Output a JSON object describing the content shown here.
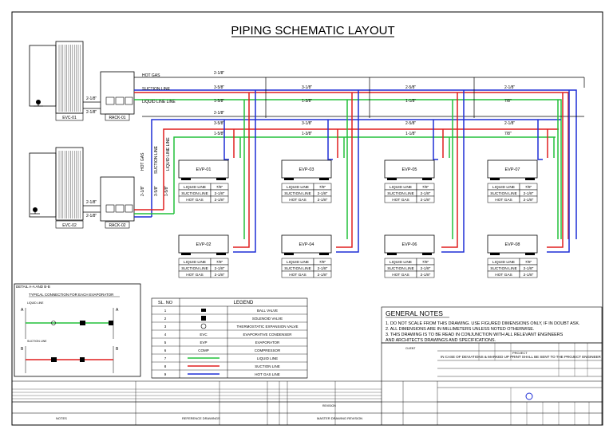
{
  "title": "PIPING SCHEMATIC LAYOUT",
  "colors": {
    "hot_gas": "#1f2fd6",
    "suction": "#e01e1e",
    "liquid": "#22c03a",
    "line": "#000000"
  },
  "units": {
    "evc1": "EVC-01",
    "evc2": "EVC-02",
    "rack1": "RACK-01",
    "rack2": "RACK-02",
    "comp": "COMP"
  },
  "header_labels": {
    "hot_gas": "HOT GAS",
    "suction": "SUCTION LINE",
    "liquid": "LIQUID LINE LINE"
  },
  "vertical_labels": {
    "hot_gas": "HOT GAS",
    "suction": "SUCTION LINE",
    "liquid": "LIQUID LINE LINE"
  },
  "rack_pipe_sizes": {
    "top1": "2-1/8\"",
    "bot1": "2-1/8\"",
    "top2": "2-1/8\"",
    "bot2": "2-1/8\""
  },
  "riser_sizes": [
    "2-1/8\"",
    "3-5/8\"",
    "1-5/8\""
  ],
  "row1_sizes": {
    "hot": "2-1/8\"",
    "suction": [
      "3-5/8\"",
      "3-1/8\"",
      "2-5/8\"",
      "2-1/8\""
    ],
    "liquid": [
      "1-5/8\"",
      "1-3/8\"",
      "1-1/8\"",
      "7/8\""
    ]
  },
  "row2_sizes": {
    "hot": "2-1/8\"",
    "suction": [
      "3-5/8\"",
      "3-1/8\"",
      "2-5/8\"",
      "2-1/8\""
    ],
    "liquid": [
      "1-5/8\"",
      "1-3/8\"",
      "1-1/8\"",
      "7/8\""
    ]
  },
  "evaporators": [
    {
      "name": "EVP-01",
      "rows": [
        [
          "LIQUID LINE",
          "7/8\""
        ],
        [
          "SUCTION LINE",
          "2-1/8\""
        ],
        [
          "HOT GAS",
          "2-1/8\""
        ]
      ]
    },
    {
      "name": "EVP-03",
      "rows": [
        [
          "LIQUID LINE",
          "7/8\""
        ],
        [
          "SUCTION LINE",
          "2-1/8\""
        ],
        [
          "HOT GAS",
          "2-1/8\""
        ]
      ]
    },
    {
      "name": "EVP-05",
      "rows": [
        [
          "LIQUID LINE",
          "7/8\""
        ],
        [
          "SUCTION LINE",
          "2-1/8\""
        ],
        [
          "HOT GAS",
          "2-1/8\""
        ]
      ]
    },
    {
      "name": "EVP-07",
      "rows": [
        [
          "LIQUID LINE",
          "7/8\""
        ],
        [
          "SUCTION LINE",
          "2-1/8\""
        ],
        [
          "HOT GAS",
          "2-1/8\""
        ]
      ]
    },
    {
      "name": "EVP-02",
      "rows": [
        [
          "LIQUID LINE",
          "7/8\""
        ],
        [
          "SUCTION LINE",
          "2-1/8\""
        ],
        [
          "HOT GAS",
          "2-1/8\""
        ]
      ]
    },
    {
      "name": "EVP-04",
      "rows": [
        [
          "LIQUID LINE",
          "7/8\""
        ],
        [
          "SUCTION LINE",
          "2-1/8\""
        ],
        [
          "HOT GAS",
          "2-1/8\""
        ]
      ]
    },
    {
      "name": "EVP-06",
      "rows": [
        [
          "LIQUID LINE",
          "7/8\""
        ],
        [
          "SUCTION LINE",
          "2-1/8\""
        ],
        [
          "HOT GAS",
          "2-1/8\""
        ]
      ]
    },
    {
      "name": "EVP-08",
      "rows": [
        [
          "LIQUID LINE",
          "7/8\""
        ],
        [
          "SUCTION LINE",
          "2-1/8\""
        ],
        [
          "HOT GAS",
          "2-1/8\""
        ]
      ]
    }
  ],
  "detail": {
    "title": "DETAIL A-A AND B-B",
    "subtitle": "TYPICAL CONNECTION FOR EACH EVAPORATOR",
    "liquid_label": "LIQUID LINE",
    "suction_label": "SUCTION LINE",
    "a": "A",
    "b": "B"
  },
  "legend": {
    "col_no": "SL. NO",
    "col_legend": "LEGEND",
    "rows": [
      {
        "no": "1",
        "sym": "",
        "text": "BALL VALVE"
      },
      {
        "no": "2",
        "sym": "",
        "text": "SOLENOID VALVE"
      },
      {
        "no": "3",
        "sym": "",
        "text": "THERMOSTATIC EXPANSION VALVE"
      },
      {
        "no": "4",
        "sym": "EVC",
        "text": "EVAPORATIVE CONDENSER"
      },
      {
        "no": "5",
        "sym": "EVP",
        "text": "EVAPORATOR"
      },
      {
        "no": "6",
        "sym": "COMP",
        "text": "COMPRESSOR"
      },
      {
        "no": "7",
        "sym": "",
        "text": "LIQUID LINE"
      },
      {
        "no": "8",
        "sym": "",
        "text": "SUCTION LINE"
      },
      {
        "no": "9",
        "sym": "",
        "text": "HOT GAS LINE"
      }
    ]
  },
  "notes": {
    "heading": "GENERAL NOTES",
    "items": [
      "1. DO NOT SCALE FROM THIS DRAWING. USE FIGURED DIMENSIONS ONLY, IF IN DOUBT ASK.",
      "2. ALL DIMENSIONS ARE IN MILLIMETERS UNLESS NOTED OTHERWISE.",
      "3. THIS DRAWING IS TO BE READ IN CONJUNCTION WITH ALL RELEVANT ENGINEERS",
      "   AND ARCHITECTS DRAWINGS AND SPECIFICATIONS."
    ],
    "client": "CLIENT"
  },
  "title_block": {
    "warning": "IN CASE OF DEVIATIONS & MARKED UP PRINT SHALL BE SENT TO THE PROJECT ENGINEER",
    "project": "PROJECT",
    "notes": "NOTES",
    "ref_drawings": "REFERENCE DRAWINGS",
    "master": "MASTER DRAWING REVISION",
    "revision": "REVISION"
  }
}
